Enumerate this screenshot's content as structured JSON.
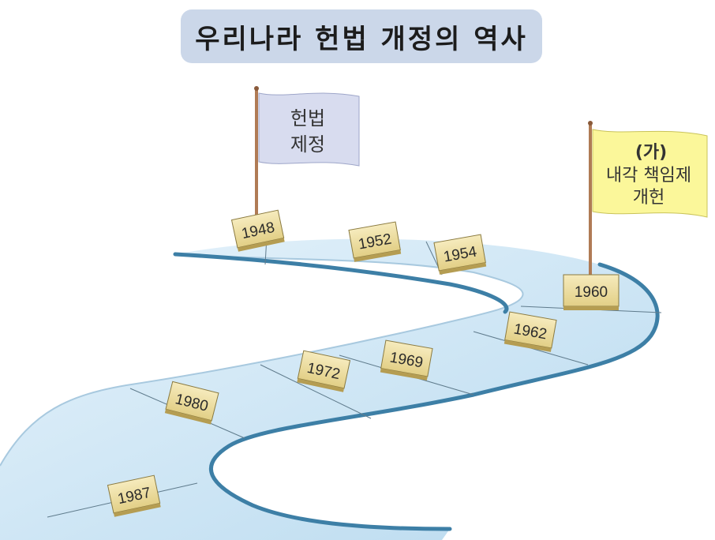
{
  "title": "우리나라 헌법 개정의 역사",
  "flags": {
    "left": {
      "line1": "헌법",
      "line2": "제정"
    },
    "right": {
      "marker": "(가)",
      "line1": "내각 책임제",
      "line2": "개헌"
    }
  },
  "milestones": [
    "1948",
    "1952",
    "1954",
    "1960",
    "1962",
    "1969",
    "1972",
    "1980",
    "1987"
  ],
  "colors": {
    "title_bg": "#cbd7e9",
    "road_fill": "#cde6f6",
    "road_edge": "#3d7fa6",
    "sign_fill": "#efe0a6",
    "left_flag": "#d8dcef",
    "right_flag": "#fbf79a",
    "pole": "#b07b55"
  }
}
